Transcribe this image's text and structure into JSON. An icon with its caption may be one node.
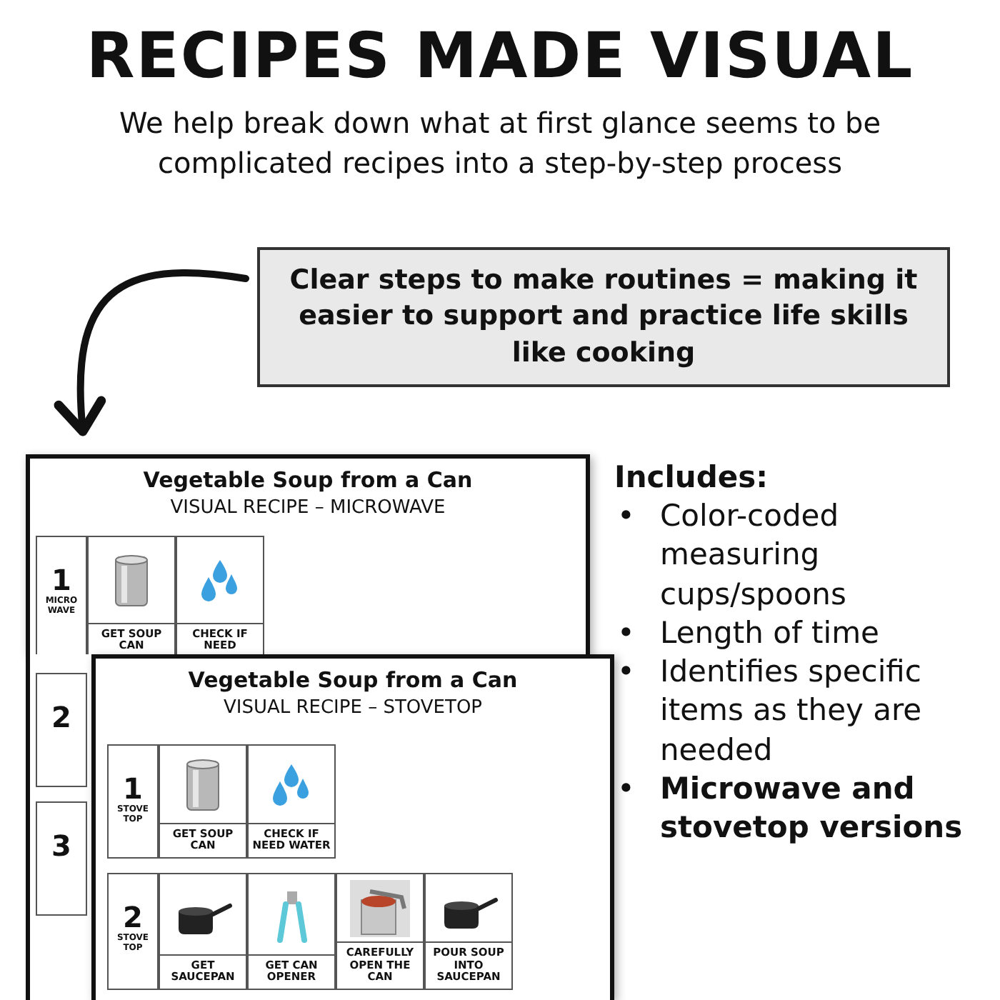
{
  "diagram": {
    "title": "RECIPES MADE VISUAL",
    "nodes": [
      {
        "text": [
          "Clear steps to make routines = making  it easier to support and practice life skills like cooking"
        ]
      },
      {
        "text": [
          "Vegetable Soup from a Can",
          "VISUAL RECIPE – MICROWAVE"
        ]
      },
      {
        "text": [
          "Vegetable Soup from a Can",
          "VISUAL RECIPE – STOVETOP"
        ]
      },
      {
        "text": [
          "1",
          "MICRO WAVE"
        ],
        "in": 1
      },
      {
        "text": [
          "GET SOUP CAN"
        ],
        "in": 1
      },
      {
        "text": [
          "CHECK IF NEED"
        ],
        "in": 1
      },
      {
        "text": [
          "2"
        ]
      },
      {
        "text": [
          "3"
        ]
      },
      {
        "text": [
          "1",
          "STOVE TOP"
        ],
        "in": 2
      },
      {
        "text": [
          "GET SOUP CAN"
        ],
        "in": 2
      },
      {
        "text": [
          "CHECK IF NEED WATER"
        ],
        "in": 2
      },
      {
        "text": [
          "2",
          "STOVE TOP"
        ],
        "in": 2
      },
      {
        "text": [
          "GET SAUCEPAN"
        ],
        "in": 2
      },
      {
        "text": [
          "GET CAN OPENER"
        ],
        "in": 2
      },
      {
        "text": [
          "CAREFULLY OPEN THE CAN"
        ],
        "in": 2
      },
      {
        "text": [
          "POUR SOUP INTO SAUCEPAN"
        ],
        "in": 2
      }
    ],
    "edges": [
      {
        "from": 0,
        "to": 1,
        "arrow": "to"
      }
    ],
    "labels": [
      "We help break down what at first glance seems to be complicated recipes into a step-by-step process",
      "Includes:",
      "•",
      "Color-coded measuring cups/spoons",
      "•",
      "Length of time",
      "•",
      "Identifies specific items as they are needed",
      "•",
      "Microwave and stovetop versions"
    ]
  }
}
